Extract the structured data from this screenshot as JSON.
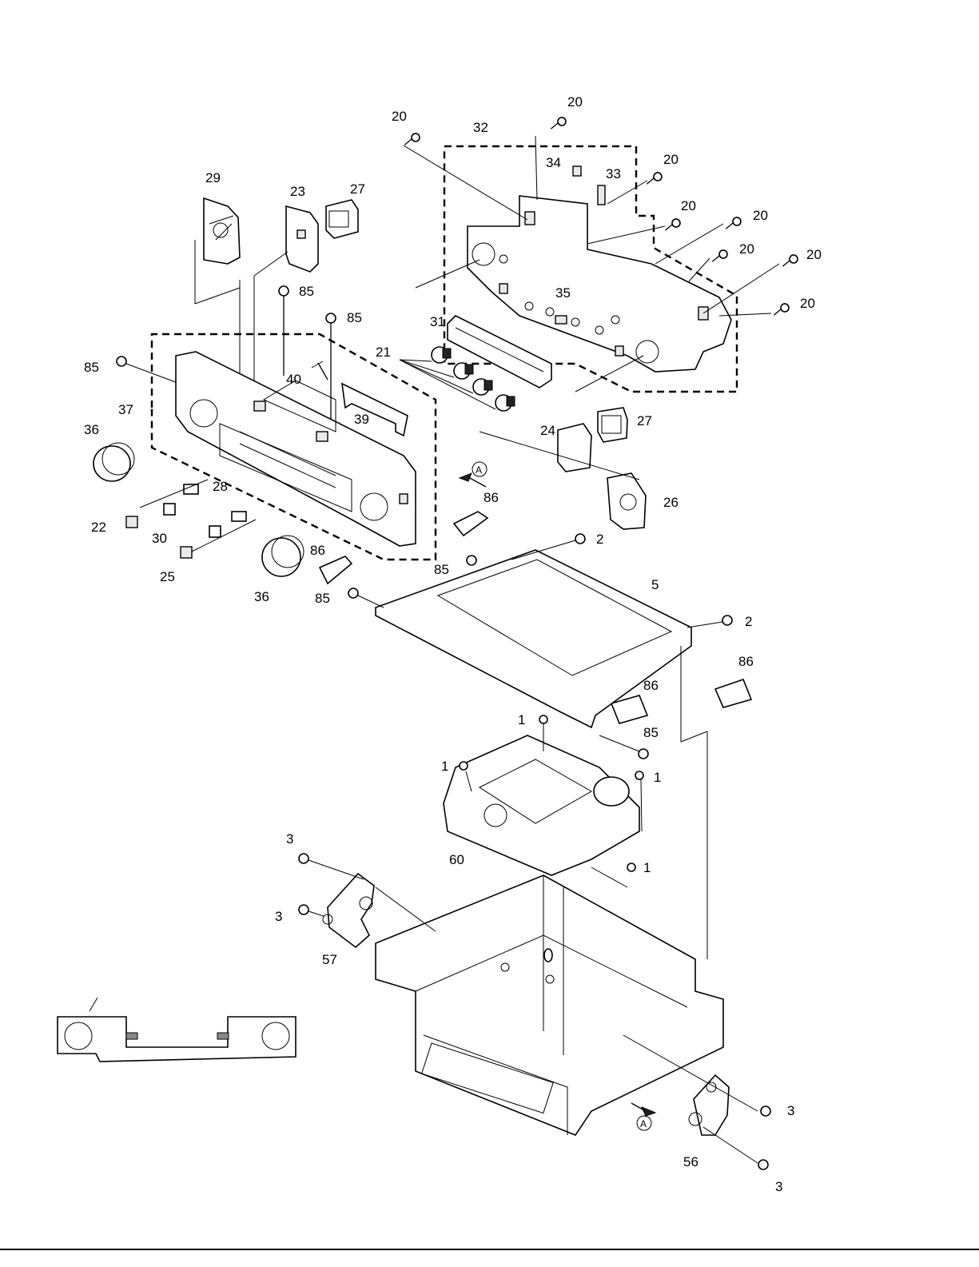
{
  "callouts": [
    {
      "text": "20"
    },
    {
      "text": "20"
    },
    {
      "text": "32"
    },
    {
      "text": "34"
    },
    {
      "text": "33"
    },
    {
      "text": "20"
    },
    {
      "text": "20"
    },
    {
      "text": "20"
    },
    {
      "text": "20"
    },
    {
      "text": "20"
    },
    {
      "text": "20"
    },
    {
      "text": "29"
    },
    {
      "text": "23"
    },
    {
      "text": "27"
    },
    {
      "text": "85"
    },
    {
      "text": "85"
    },
    {
      "text": "35"
    },
    {
      "text": "31"
    },
    {
      "text": "21"
    },
    {
      "text": "85"
    },
    {
      "text": "40"
    },
    {
      "text": "37"
    },
    {
      "text": "39"
    },
    {
      "text": "36"
    },
    {
      "text": "24"
    },
    {
      "text": "27"
    },
    {
      "text": "A"
    },
    {
      "text": "28"
    },
    {
      "text": "86"
    },
    {
      "text": "26"
    },
    {
      "text": "22"
    },
    {
      "text": "30"
    },
    {
      "text": "2"
    },
    {
      "text": "86"
    },
    {
      "text": "85"
    },
    {
      "text": "25"
    },
    {
      "text": "36"
    },
    {
      "text": "85"
    },
    {
      "text": "5"
    },
    {
      "text": "2"
    },
    {
      "text": "86"
    },
    {
      "text": "86"
    },
    {
      "text": "1"
    },
    {
      "text": "85"
    },
    {
      "text": "1"
    },
    {
      "text": "1"
    },
    {
      "text": "60"
    },
    {
      "text": "1"
    },
    {
      "text": "3"
    },
    {
      "text": "3"
    },
    {
      "text": "57"
    },
    {
      "text": "3"
    },
    {
      "text": "A"
    },
    {
      "text": "56"
    },
    {
      "text": "3"
    }
  ]
}
